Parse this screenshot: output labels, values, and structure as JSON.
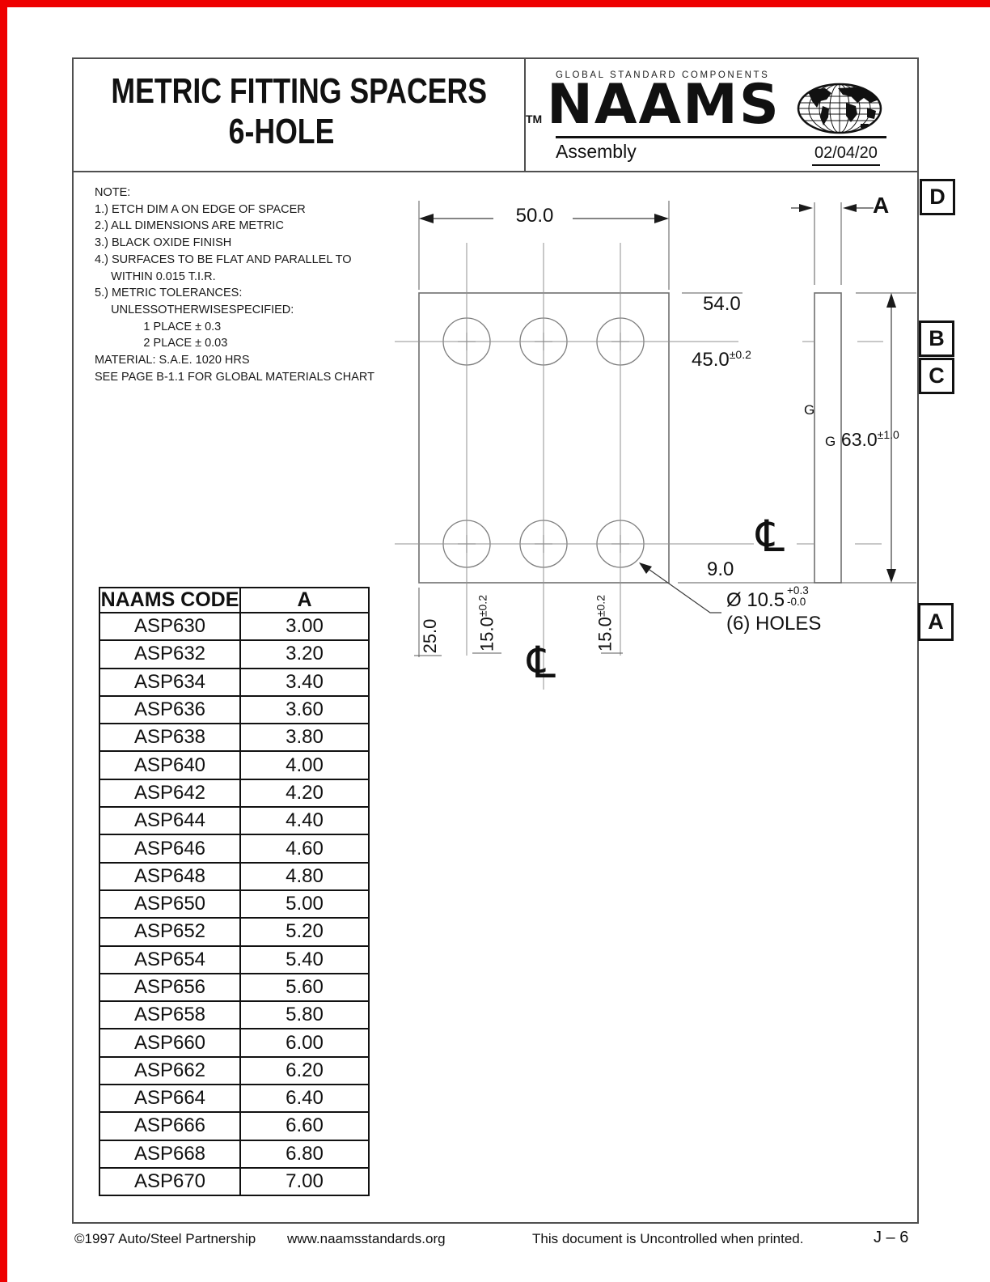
{
  "page": {
    "edge_color": "#ee0000"
  },
  "header": {
    "title_line1": "METRIC FITTING SPACERS",
    "title_line2": "6-HOLE",
    "brand_small": "GLOBAL STANDARD COMPONENTS",
    "tm": "TM",
    "brand": "NAAMS",
    "globe_icon": "globe-icon",
    "subtitle": "Assembly",
    "date": "02/04/20"
  },
  "notes": {
    "lines": [
      "NOTE:",
      "1.) ETCH DIM A ON EDGE OF SPACER",
      "2.) ALL DIMENSIONS ARE METRIC",
      "3.) BLACK OXIDE FINISH",
      "4.) SURFACES TO BE FLAT AND PARALLEL TO",
      "     WITHIN 0.015 T.I.R.",
      "5.) METRIC TOLERANCES:",
      "     UNLESSOTHERWISESPECIFIED:",
      "               1 PLACE ± 0.3",
      "               2 PLACE ± 0.03",
      "MATERIAL: S.A.E. 1020 HRS",
      "SEE PAGE B-1.1 FOR GLOBAL MATERIALS CHART"
    ]
  },
  "drawing": {
    "dim_width": "50.0",
    "dim_height": "54.0",
    "dim_45": "45.0",
    "tol_45": "±0.2",
    "dim_9": "9.0",
    "g1": "G",
    "g2": "G",
    "dim_63": "63.0",
    "tol_63": "±1.0",
    "dim_a_top": "A",
    "dia_label": "Ø 10.5",
    "dia_tol_plus": "+0.3",
    "dia_tol_minus": "-0.0",
    "holes_label": "(6) HOLES",
    "dim_25": "25.0",
    "dim_15_left": "15.0",
    "tol_15_left": "±0.2",
    "dim_15_right": "15.0",
    "tol_15_right": "±0.2",
    "centerline_symbol": "℄"
  },
  "markers": {
    "d": "D",
    "b": "B",
    "c": "C",
    "a": "A"
  },
  "table": {
    "headers": [
      "NAAMS CODE",
      "A"
    ],
    "rows": [
      {
        "code": "ASP630",
        "a": "3.00"
      },
      {
        "code": "ASP632",
        "a": "3.20"
      },
      {
        "code": "ASP634",
        "a": "3.40"
      },
      {
        "code": "ASP636",
        "a": "3.60"
      },
      {
        "code": "ASP638",
        "a": "3.80"
      },
      {
        "code": "ASP640",
        "a": "4.00"
      },
      {
        "code": "ASP642",
        "a": "4.20"
      },
      {
        "code": "ASP644",
        "a": "4.40"
      },
      {
        "code": "ASP646",
        "a": "4.60"
      },
      {
        "code": "ASP648",
        "a": "4.80"
      },
      {
        "code": "ASP650",
        "a": "5.00"
      },
      {
        "code": "ASP652",
        "a": "5.20"
      },
      {
        "code": "ASP654",
        "a": "5.40"
      },
      {
        "code": "ASP656",
        "a": "5.60"
      },
      {
        "code": "ASP658",
        "a": "5.80"
      },
      {
        "code": "ASP660",
        "a": "6.00"
      },
      {
        "code": "ASP662",
        "a": "6.20"
      },
      {
        "code": "ASP664",
        "a": "6.40"
      },
      {
        "code": "ASP666",
        "a": "6.60"
      },
      {
        "code": "ASP668",
        "a": "6.80"
      },
      {
        "code": "ASP670",
        "a": "7.00"
      }
    ]
  },
  "footer": {
    "copyright": "©1997 Auto/Steel Partnership",
    "website": "www.naamsstandards.org",
    "uncontrolled": "This document is Uncontrolled when printed.",
    "page_number": "J – 6"
  }
}
